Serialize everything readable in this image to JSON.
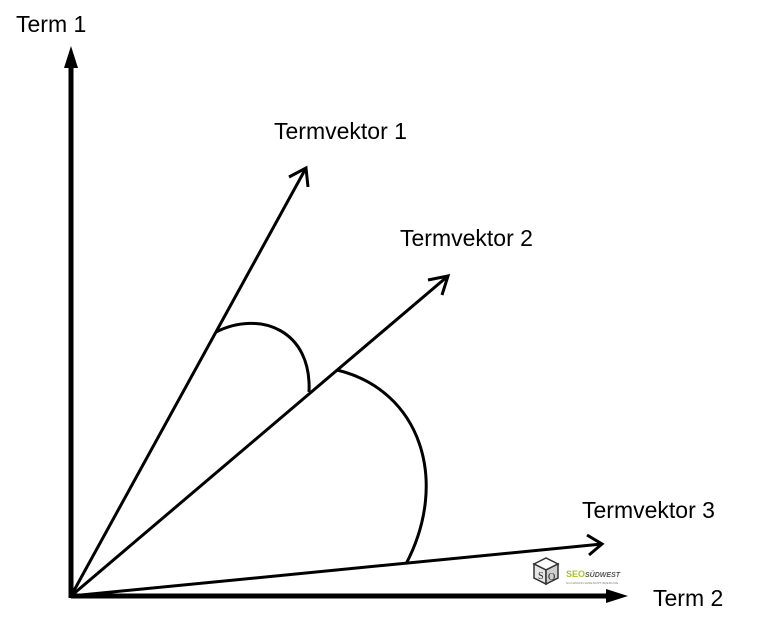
{
  "axes": {
    "y_label": "Term 1",
    "x_label": "Term 2"
  },
  "vectors": [
    {
      "label": "Termvektor 1"
    },
    {
      "label": "Termvektor 2"
    },
    {
      "label": "Termvektor 3"
    }
  ],
  "logo": {
    "brand_seo": "SEO",
    "brand_rest": "SÜDWEST",
    "tagline": "SUCHMASCHINENOPTIMIERUNG",
    "accent_color": "#a9c531"
  },
  "colors": {
    "stroke": "#000000",
    "background": "#ffffff"
  }
}
